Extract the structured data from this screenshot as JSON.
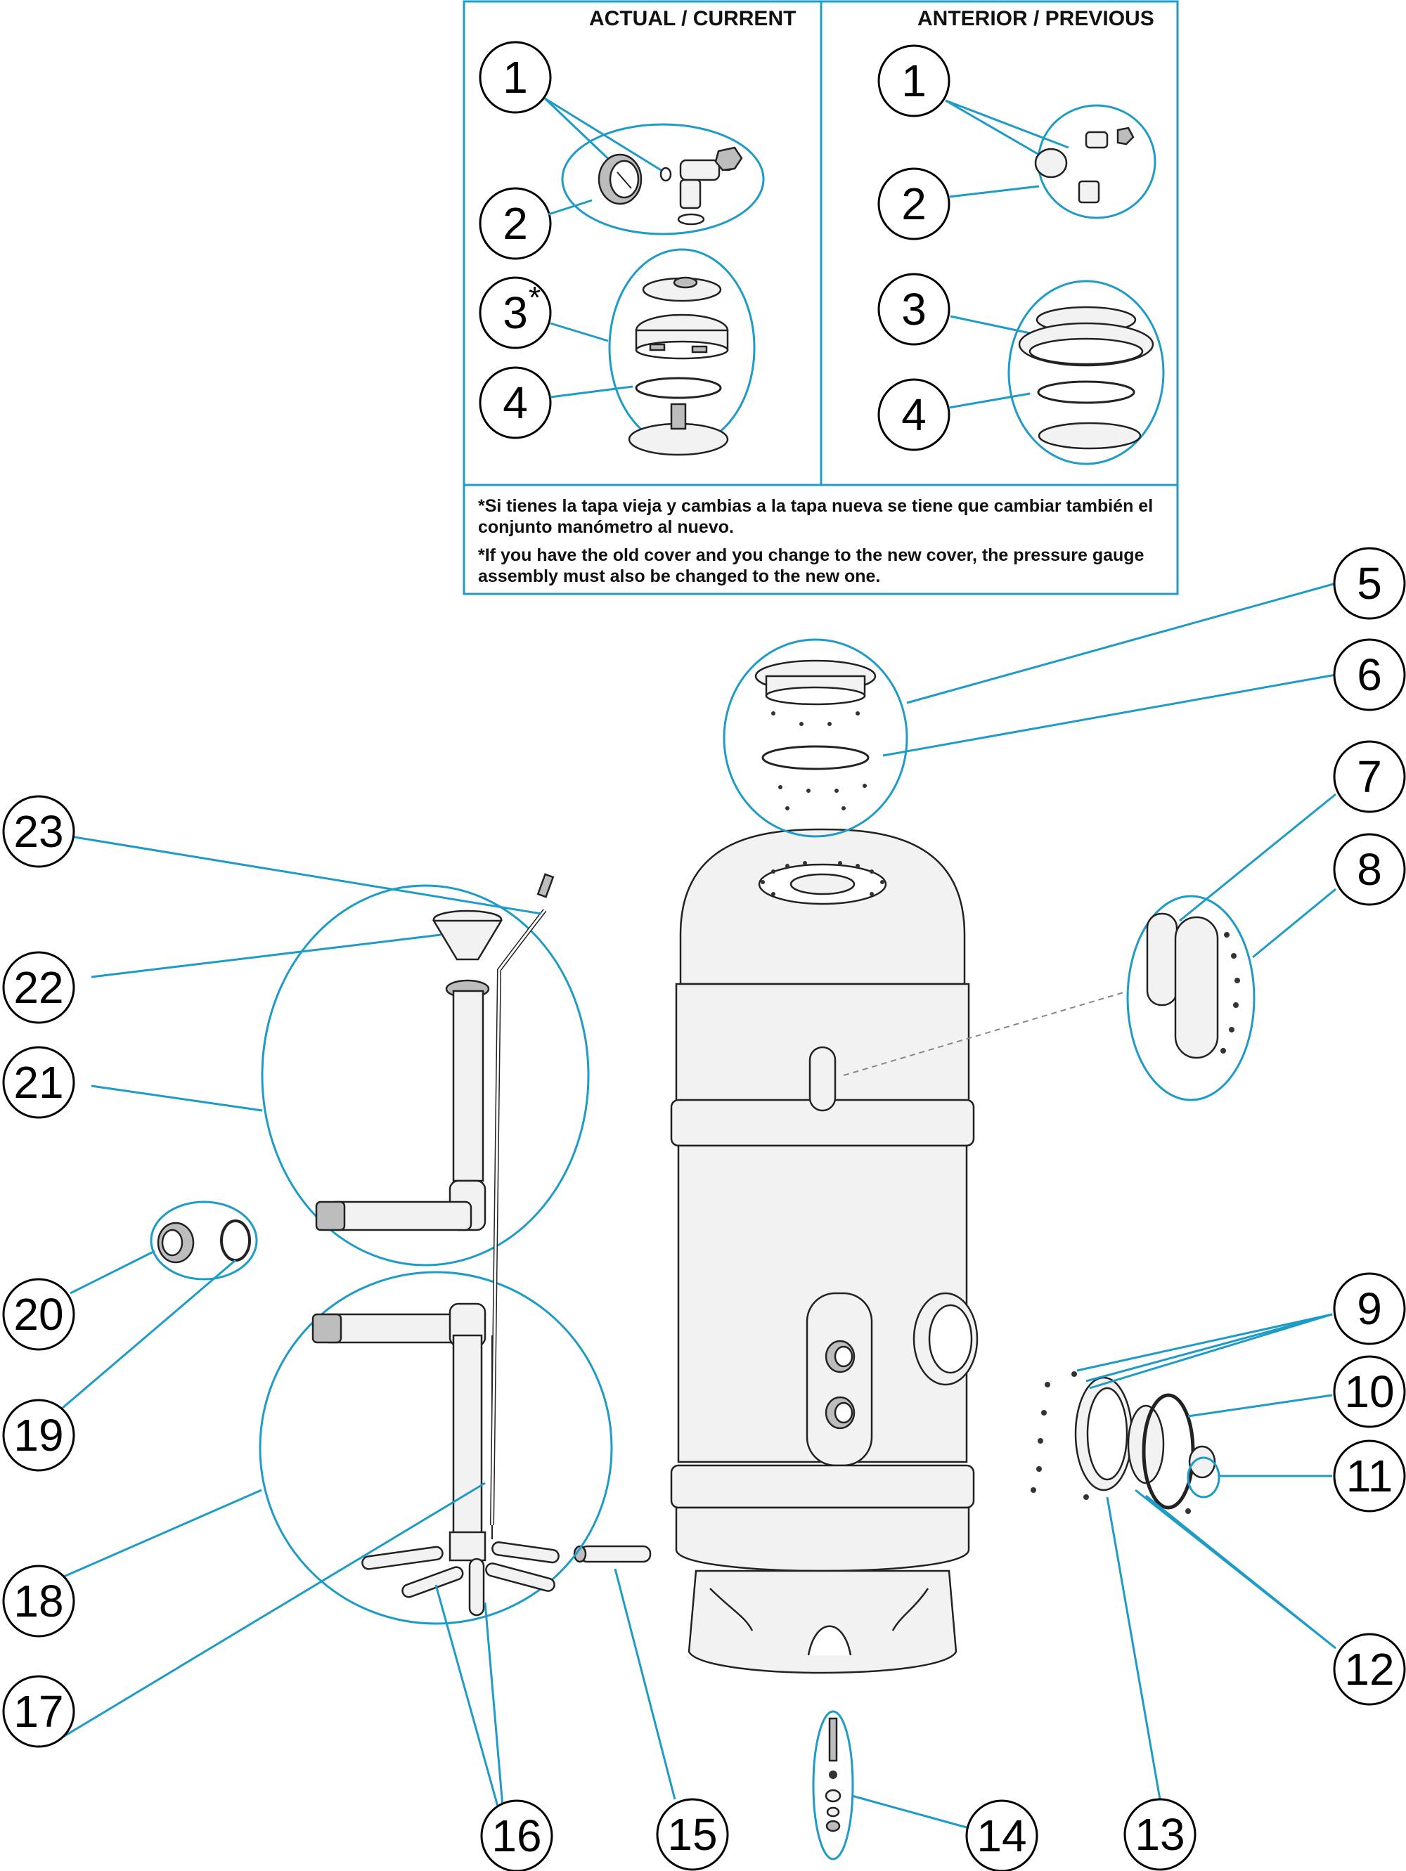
{
  "panel": {
    "current_title": "ACTUAL / CURRENT",
    "previous_title": "ANTERIOR / PREVIOUS",
    "note_es": "*Si tienes la tapa vieja y cambias a la tapa nueva se tiene que cambiar también el conjunto manómetro al nuevo.",
    "note_en": "*If you have the old cover and you change to the new cover, the pressure gauge assembly must also be changed to the new one."
  },
  "callouts": {
    "c1": "1",
    "c2": "2",
    "c3": "3",
    "c3_mark": "*",
    "c4": "4",
    "p1": "1",
    "p2": "2",
    "p3": "3",
    "p4": "4",
    "n5": "5",
    "n6": "6",
    "n7": "7",
    "n8": "8",
    "n9": "9",
    "n10": "10",
    "n11": "11",
    "n12": "12",
    "n13": "13",
    "n14": "14",
    "n15": "15",
    "n16": "16",
    "n17": "17",
    "n18": "18",
    "n19": "19",
    "n20": "20",
    "n21": "21",
    "n22": "22",
    "n23": "23"
  },
  "colors": {
    "leader": "#1e9bc6",
    "outline": "#222222",
    "fill": "#f2f2f2"
  }
}
